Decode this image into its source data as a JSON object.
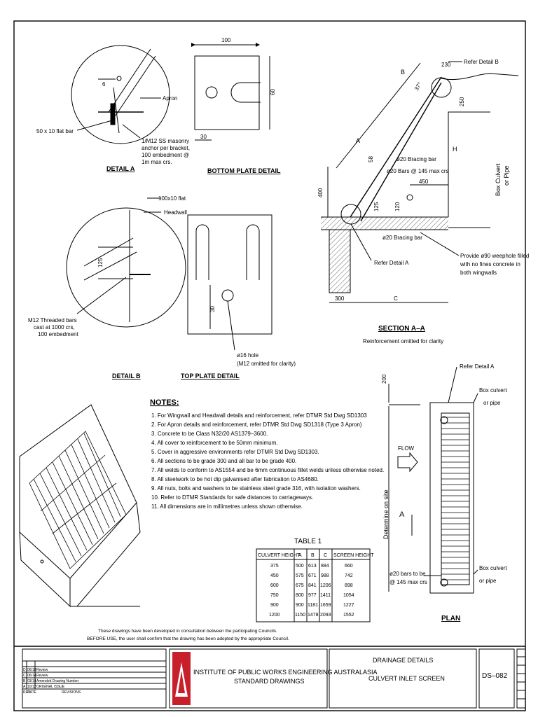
{
  "detail_a": {
    "title": "DETAIL A",
    "dim": "6",
    "apron": "Apron",
    "flat_bar": "50 x 10 flat bar",
    "anchor_lines": [
      "1/M12 SS masonry",
      "anchor per bracket,",
      "100 embedment @",
      "1m max crs."
    ]
  },
  "bottom_plate": {
    "title": "BOTTOM PLATE DETAIL",
    "dim_width": "100",
    "dim_height": "60",
    "dim_offset": "30"
  },
  "detail_b": {
    "title": "DETAIL B",
    "flat": "100x10 flat",
    "headwall": "Headwall",
    "dim": "125",
    "bar_lines": [
      "M12 Threaded bars",
      "cast at 1000 crs,",
      "100 embedment"
    ]
  },
  "top_plate": {
    "title": "TOP PLATE DETAIL",
    "dim": "30",
    "hole_lines": [
      "ø16 hole",
      "(M12 omitted for clarity)"
    ]
  },
  "section": {
    "title": "SECTION A–A",
    "subtitle": "Reinforcement omitted for clarity",
    "refer_b": "Refer Detail B",
    "refer_a": "Refer Detail A",
    "dim_230": "230",
    "dim_250": "250",
    "dim_37": "37°",
    "dim_b": "B",
    "dim_a": "A",
    "dim_h": "H",
    "dim_400": "400",
    "dim_450": "450",
    "dim_125": "125",
    "dim_120": "120",
    "dim_300": "300",
    "dim_c": "C",
    "dim_58": "58",
    "bracing_top": "ø20 Bracing bar",
    "bars": "ø20 Bars @ 145 max crs",
    "bracing_bottom": "ø20 Bracing bar",
    "box_culvert": [
      "Box Culvert",
      "or Pipe"
    ],
    "weephole_lines": [
      "Provide ø90 weephole filled",
      "with no fines concrete in",
      "both wingwalls"
    ]
  },
  "plan": {
    "title": "PLAN",
    "refer_a": "Refer Detail A",
    "box_top": [
      "Box culvert",
      "or pipe"
    ],
    "box_bottom": [
      "Box culvert",
      "or pipe"
    ],
    "flow": "FLOW",
    "dim_200": "200",
    "determine": "Determine on site",
    "marker_a": "A",
    "bars_lines": [
      "ø20 bars to be",
      "@ 145 max crs"
    ]
  },
  "notes": {
    "title": "NOTES:",
    "items": [
      "1.   For Wingwall and Headwall details and reinforcement, refer DTMR Std Dwg SD1303",
      "2.   For Apron details and reinforcement, refer DTMR Std Dwg SD1318 (Type 3 Apron)",
      "3.   Concrete to be Class N32/20 AS1379–3600.",
      "4.   All cover to reinforcement to be 50mm minimum.",
      "5.   Cover in aggressive environments refer DTMR Std Dwg SD1303.",
      "6.   All sections to be grade 300 and all bar to be grade 400.",
      "7.   All welds to conform to AS1554 and be 6mm continuous fillet welds unless otherwise noted.",
      "8.   All steelwork to be hot dip galvanised after fabrication to AS4680.",
      "9.   All nuts, bolts and washers to be stainless steel grade 316, with isolation washers.",
      "10.  Refer to DTMR Standards for safe distances to carriageways.",
      "11.  All dimensions are in millimetres unless shown otherwise."
    ]
  },
  "table": {
    "title": "TABLE 1",
    "headers": [
      "CULVERT HEIGHT",
      "A",
      "B",
      "C",
      "SCREEN HEIGHT"
    ],
    "rows": [
      [
        "375",
        "500",
        "613",
        "884",
        "660"
      ],
      [
        "450",
        "575",
        "671",
        "988",
        "742"
      ],
      [
        "600",
        "675",
        "841",
        "1206",
        "898"
      ],
      [
        "750",
        "800",
        "977",
        "1411",
        "1054"
      ],
      [
        "900",
        "900",
        "1181",
        "1659",
        "1227"
      ],
      [
        "1200",
        "1150",
        "1478",
        "2093",
        "1552"
      ]
    ]
  },
  "consultation": [
    "These drawings have been developed in consultation between the participating Councils.",
    "BEFORE USE, the user shall confirm that the drawing has been adopted by the appropriate Council."
  ],
  "revisions": {
    "rows": [
      [
        "D",
        "06/18",
        "Review"
      ],
      [
        "C",
        "06/14",
        "Review"
      ],
      [
        "B",
        "03/14",
        "Amended Drawing Number"
      ],
      [
        "A",
        "10/12",
        "ORIGINAL ISSUE"
      ],
      [
        "REV",
        "DATE",
        "REVISIONS"
      ]
    ]
  },
  "title_block": {
    "org": "INSTITUTE OF PUBLIC WORKS ENGINEERING AUSTRALASIA",
    "subtitle": "STANDARD DRAWINGS",
    "title1": "DRAINAGE DETAILS",
    "title2": "CULVERT INLET SCREEN",
    "number": "DS–082"
  },
  "colors": {
    "logo": "#c8202a",
    "ink": "#000000",
    "paper": "#ffffff"
  }
}
